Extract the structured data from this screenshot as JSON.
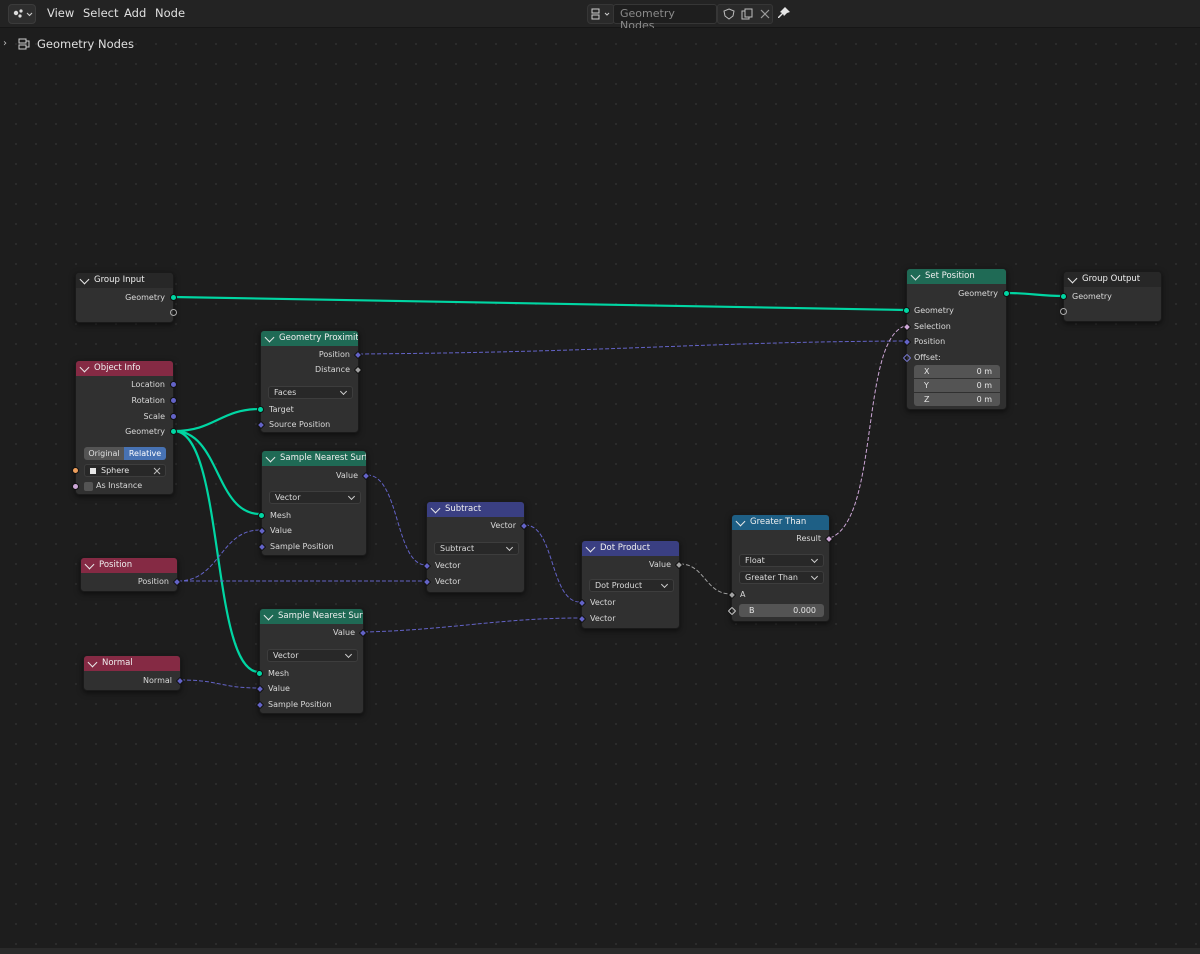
{
  "menu": {
    "view": "View",
    "select": "Select",
    "add": "Add",
    "node": "Node"
  },
  "header": {
    "tree_name": "Geometry Nodes"
  },
  "breadcrumb": {
    "label": "Geometry Nodes"
  },
  "colors": {
    "background": "#1d1d1d",
    "node_body": "#303030",
    "geometry_header": "#1f6a55",
    "input_header": "#852a44",
    "vector_header": "#3a3f82",
    "utility_header": "#1e5f85",
    "geometry_socket": "#00d6a3",
    "vector_socket": "#6363c7",
    "float_socket": "#a1a1a1",
    "bool_socket": "#cca6d6"
  },
  "nodes": {
    "group_input": {
      "title": "Group Input",
      "geometry": "Geometry"
    },
    "object_info": {
      "title": "Object Info",
      "location": "Location",
      "rotation": "Rotation",
      "scale": "Scale",
      "geometry": "Geometry",
      "original": "Original",
      "relative": "Relative",
      "object": "Sphere",
      "as_instance": "As Instance"
    },
    "position": {
      "title": "Position",
      "position": "Position"
    },
    "normal": {
      "title": "Normal",
      "normal": "Normal"
    },
    "geometry_proximity": {
      "title": "Geometry Proximity",
      "position": "Position",
      "distance": "Distance",
      "mode": "Faces",
      "target": "Target",
      "source_position": "Source Position"
    },
    "sample_nearest_1": {
      "title": "Sample Nearest Surface",
      "value_out": "Value",
      "type": "Vector",
      "mesh": "Mesh",
      "value": "Value",
      "sample_position": "Sample Position"
    },
    "sample_nearest_2": {
      "title": "Sample Nearest Surface",
      "value_out": "Value",
      "type": "Vector",
      "mesh": "Mesh",
      "value": "Value",
      "sample_position": "Sample Position"
    },
    "subtract": {
      "title": "Subtract",
      "vector_out": "Vector",
      "operation": "Subtract",
      "vector_a": "Vector",
      "vector_b": "Vector"
    },
    "dot_product": {
      "title": "Dot Product",
      "value_out": "Value",
      "operation": "Dot Product",
      "vector_a": "Vector",
      "vector_b": "Vector"
    },
    "greater_than": {
      "title": "Greater Than",
      "result": "Result",
      "type": "Float",
      "operation": "Greater Than",
      "a": "A",
      "b": "B",
      "b_value": "0.000"
    },
    "set_position": {
      "title": "Set Position",
      "geometry_out": "Geometry",
      "geometry": "Geometry",
      "selection": "Selection",
      "position": "Position",
      "offset": "Offset:",
      "x": "X",
      "x_value": "0 m",
      "y": "Y",
      "y_value": "0 m",
      "z": "Z",
      "z_value": "0 m"
    },
    "group_output": {
      "title": "Group Output",
      "geometry": "Geometry"
    }
  }
}
